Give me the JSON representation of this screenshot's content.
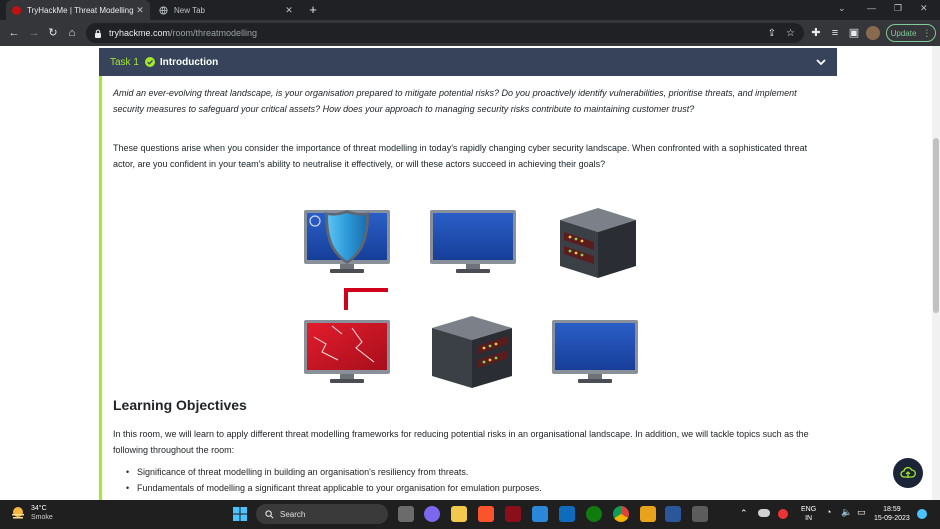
{
  "browser": {
    "tabs": [
      {
        "title": "TryHackMe | Threat Modelling",
        "active": true
      },
      {
        "title": "New Tab",
        "active": false
      }
    ],
    "url_host": "tryhackme.com",
    "url_path": "/room/threatmodelling",
    "update_label": "Update"
  },
  "task": {
    "number_label": "Task 1",
    "title": "Introduction",
    "status_icon": "check-circle-icon",
    "paragraph_1": "Amid an ever-evolving threat landscape, is your organisation prepared to mitigate potential risks? Do you proactively identify vulnerabilities, prioritise threats, and implement security measures to safeguard your critical assets? How does your approach to managing security risks contribute to maintaining customer trust?",
    "paragraph_2": "These questions arise when you consider the importance of threat modelling in today's rapidly changing cyber security landscape. When confronted with a sophisticated threat actor, are you confident in your team's ability to neutralise it effectively, or will these actors succeed in achieving their goals?",
    "learning_heading": "Learning Objectives",
    "paragraph_3": "In this room, we will learn to apply different threat modelling frameworks for reducing potential risks in an organisational landscape. In addition, we will tackle topics such as the following throughout the room:",
    "objectives": [
      "Significance of threat modelling in building an organisation's resiliency from threats.",
      "Fundamentals of modelling a significant threat applicable to your organisation for emulation purposes."
    ]
  },
  "taskbar": {
    "temperature": "34°C",
    "weather": "Smoke",
    "search_placeholder": "Search",
    "lang_top": "ENG",
    "lang_bottom": "IN",
    "time": "18:59",
    "date": "15-09-2023"
  },
  "colors": {
    "accent_green": "#a3ea2a",
    "header_bg": "#36435a",
    "alert_red": "#d0021b"
  }
}
